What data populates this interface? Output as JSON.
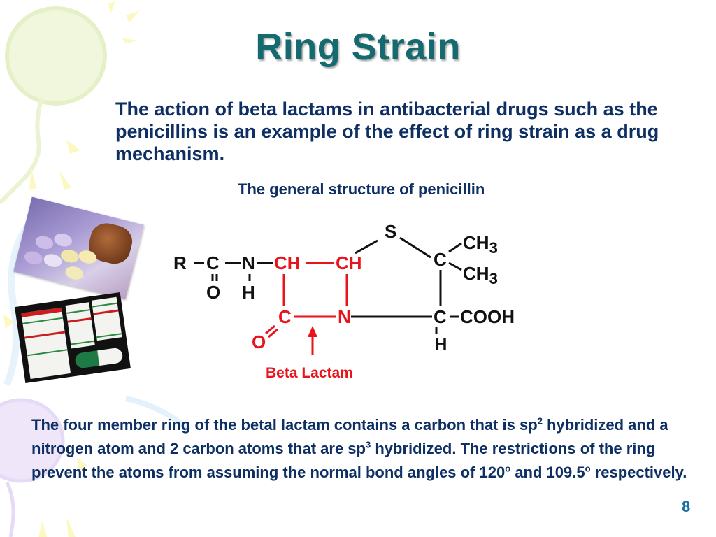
{
  "slide": {
    "title": "Ring Strain",
    "intro": "The action of beta lactams in antibacterial drugs such as the penicillins is an example of the effect of ring strain as a drug mechanism.",
    "caption": "The general structure of penicillin",
    "body": {
      "part1": "The four member ring of the betal lactam contains a carbon that is sp",
      "sup1": "2",
      "part2": " hybridized and a nitrogen atom and 2 carbon atoms that are sp",
      "sup2": "3",
      "part3": " hybridized.  The restrictions of the ring prevent the atoms from assuming the normal  bond angles of 120",
      "sup3": "o",
      "part4": " and 109.5",
      "sup4": "o",
      "part5": " respectively."
    },
    "page_number": "8",
    "colors": {
      "title": "#146a6e",
      "text": "#0d2f63",
      "page_number": "#1a6fa0",
      "lactam_red": "#e8131b",
      "structure_black": "#111111"
    }
  },
  "structure": {
    "labels": {
      "R": "R",
      "C1": "C",
      "O1": "O",
      "N1": "N",
      "H1": "H",
      "CH_a": "CH",
      "CH_b": "CH",
      "C_lactam": "C",
      "O_lactam": "O",
      "N_lactam": "N",
      "S": "S",
      "C_quat": "C",
      "CH3_1": "CH",
      "CH3_1_sub": "3",
      "CH3_2": "CH",
      "CH3_2_sub": "3",
      "C_acid": "C",
      "COOH": "COOH",
      "H2": "H"
    },
    "annotation": "Beta Lactam"
  },
  "images": {
    "photo_top": "pills-and-bottle-photo",
    "photo_bottom": "medicine-bottles-photo"
  }
}
